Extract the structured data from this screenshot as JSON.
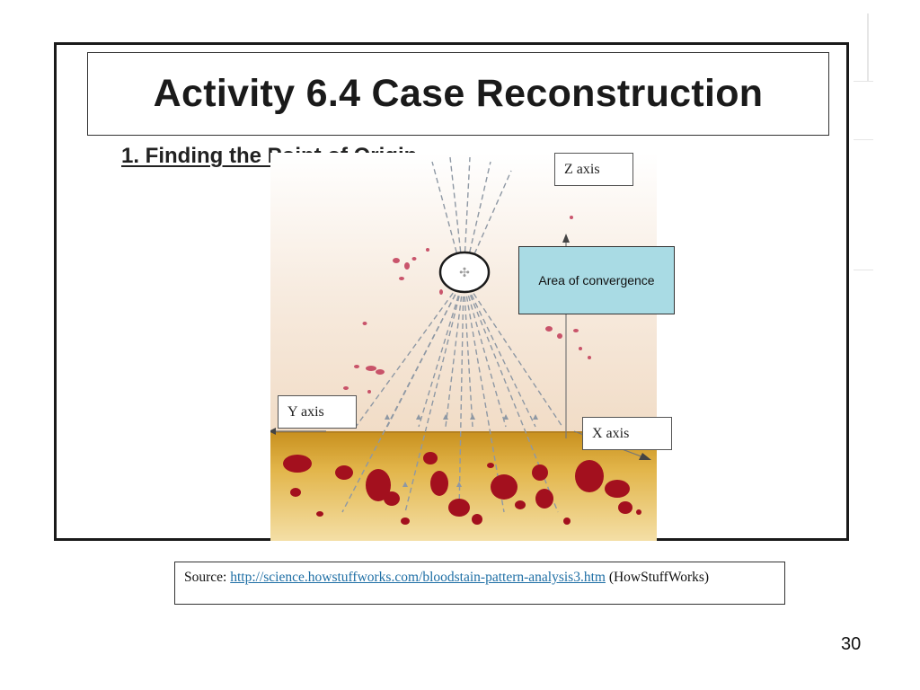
{
  "slide": {
    "title": "Activity 6.4 Case Reconstruction",
    "subtitle": "1. Finding the Point of Origin",
    "page_number": "30"
  },
  "figure": {
    "z_axis_label": "Z axis",
    "y_axis_label": "Y axis",
    "x_axis_label": "X axis",
    "callout_text": "Area of convergence",
    "colors": {
      "callout_fill": "#a9dbe4",
      "floor": "#d4a12a",
      "blood": "#a3101e",
      "wall": "#f3e4d6"
    }
  },
  "source": {
    "prefix": "Source: ",
    "link_text": "http://science.howstuffworks.com/bloodstain-pattern-analysis3.htm",
    "suffix": " (HowStuffWorks)"
  }
}
